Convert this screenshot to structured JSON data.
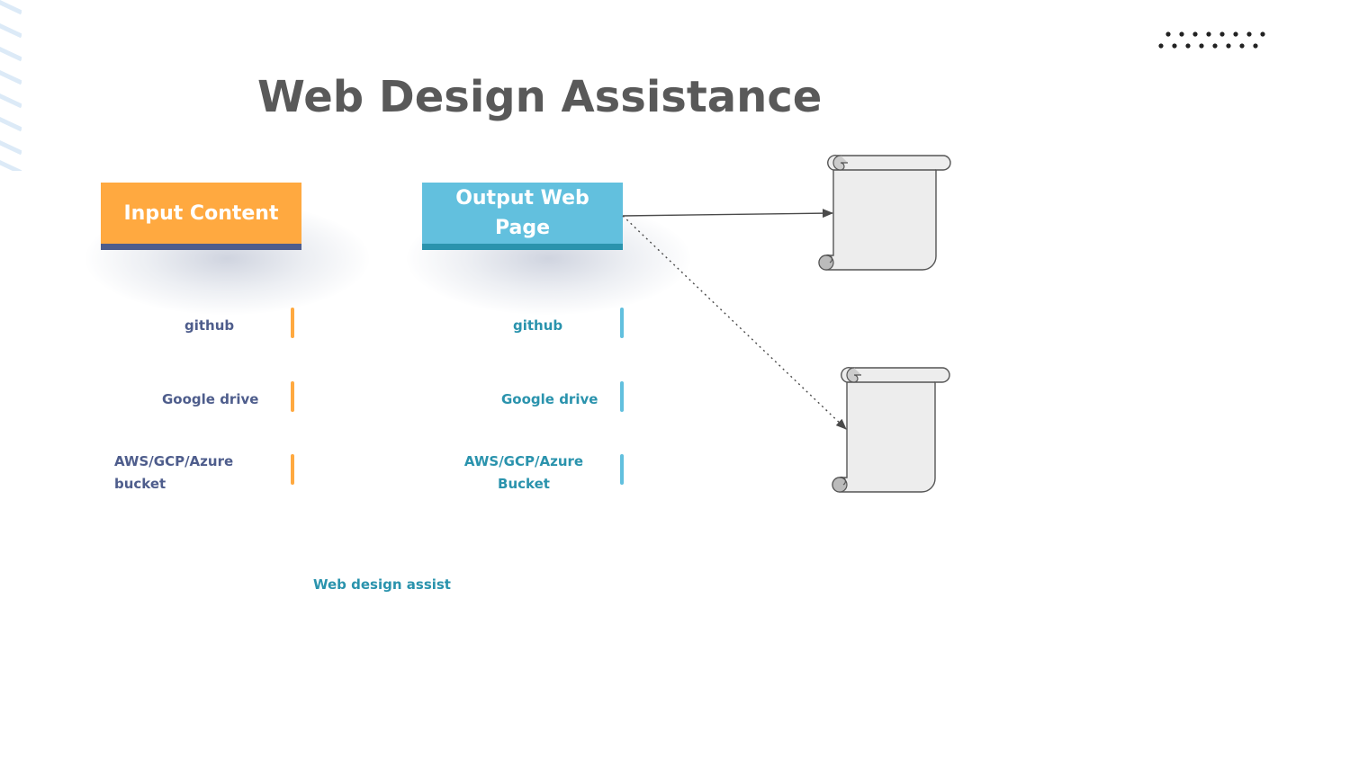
{
  "title": "Web Design Assistance",
  "input_panel": {
    "heading": "Input Content",
    "items": [
      "github",
      "Google drive",
      "AWS/GCP/Azure bucket"
    ]
  },
  "output_panel": {
    "heading": "Output Web Page",
    "items": [
      "github",
      "Google drive",
      "AWS/GCP/Azure Bucket"
    ]
  },
  "footer_text": "Web design assist",
  "icons": [
    "scroll-icon",
    "scroll-icon"
  ],
  "colors": {
    "input_accent": "#FFA940",
    "input_bar": "#4E5D8C",
    "output_accent": "#62C0DE",
    "output_bar": "#2A93AD",
    "title": "#595959"
  }
}
